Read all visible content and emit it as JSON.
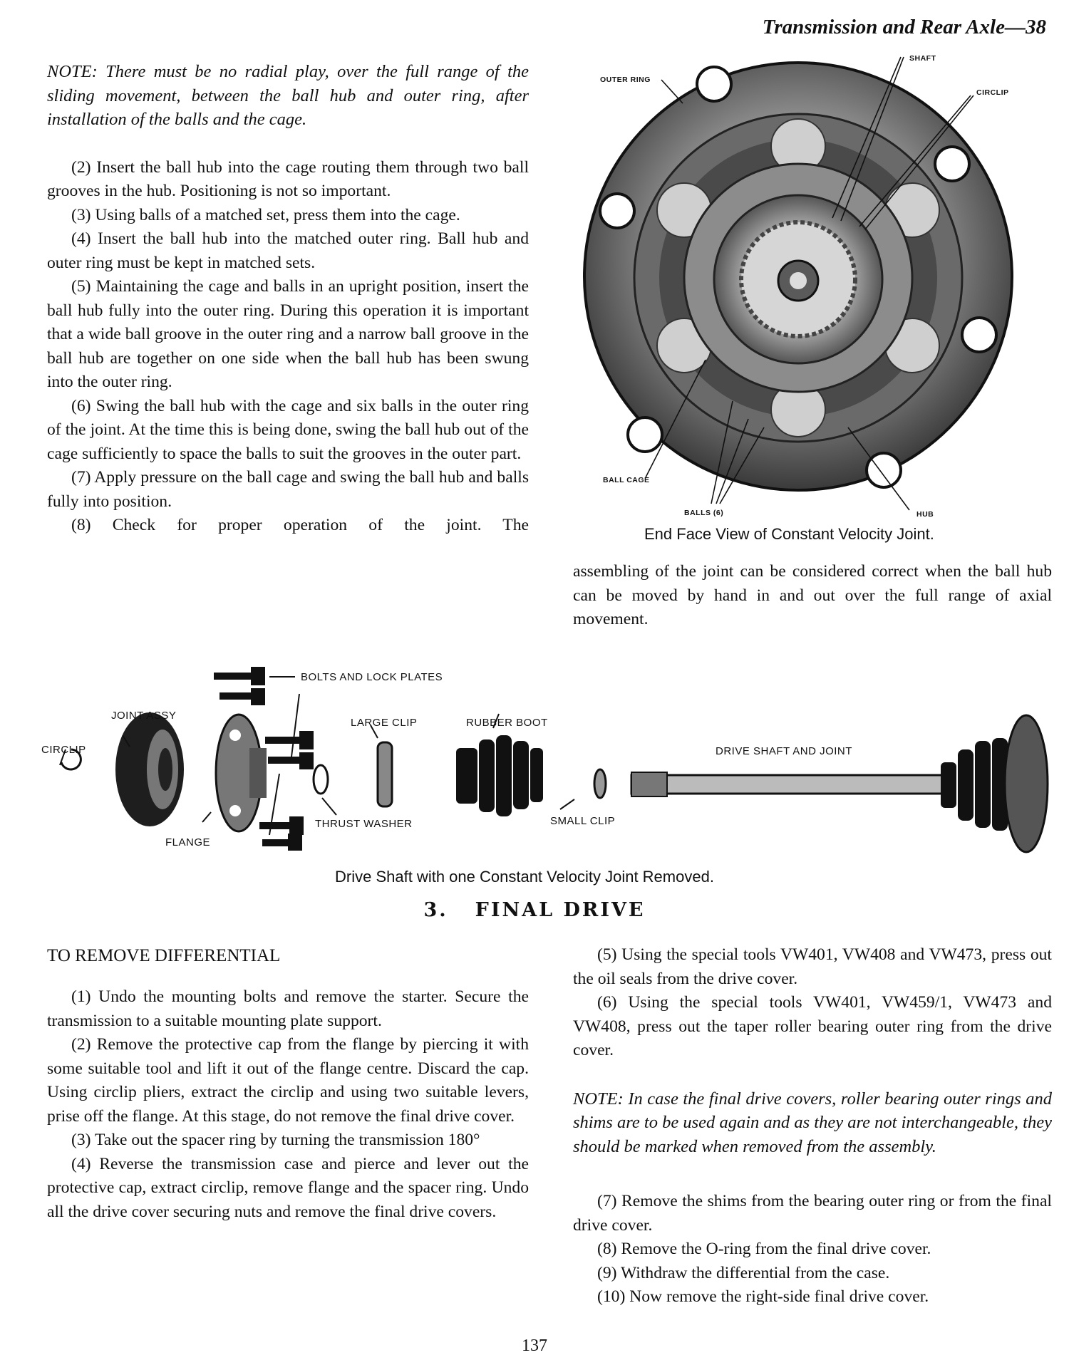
{
  "header": {
    "title": "Transmission and Rear Axle—38"
  },
  "top_left": {
    "note": "NOTE: There must be no radial play, over the full range of the sliding movement, between the ball hub and outer ring, after installation of the balls and the cage.",
    "steps": [
      "(2) Insert the ball hub into the cage routing them through two ball grooves in the hub. Positioning is not so important.",
      "(3) Using balls of a matched set, press them into the cage.",
      "(4) Insert the ball hub into the matched outer ring. Ball hub and outer ring must be kept in matched sets.",
      "(5) Maintaining the cage and balls in an upright position, insert the ball hub fully into the outer ring. During this operation it is important that a wide ball groove in the outer ring and a narrow ball groove in the ball hub are together on one side when the ball hub has been swung into the outer ring.",
      "(6) Swing the ball hub with the cage and six balls in the outer ring of the joint. At the time this is being done, swing the ball hub out of the cage sufficiently to space the balls to suit the grooves in the outer part.",
      "(7) Apply pressure on the ball cage and swing the ball hub and balls fully into position.",
      "(8) Check for proper operation of the joint. The"
    ]
  },
  "cv_figure": {
    "labels": {
      "outer_ring": "OUTER RING",
      "shaft": "SHAFT",
      "circlip": "CIRCLIP",
      "ball_cage": "BALL CAGE",
      "balls": "BALLS (6)",
      "hub": "HUB"
    },
    "caption": "End Face View of Constant Velocity Joint."
  },
  "top_right": {
    "continuation": "assembling of the joint can be considered correct when the ball hub can be moved by hand in and out over the full range of axial movement."
  },
  "shaft_figure": {
    "labels": {
      "bolts": "BOLTS AND LOCK PLATES",
      "joint_assy": "JOINT ASSY",
      "large_clip": "LARGE CLIP",
      "rubber_boot": "RUBBER BOOT",
      "circlip": "CIRCLIP",
      "drive_shaft": "DRIVE SHAFT AND JOINT",
      "thrust_washer": "THRUST WASHER",
      "small_clip": "SMALL CLIP",
      "flange": "FLANGE"
    },
    "caption": "Drive Shaft with one Constant Velocity Joint Removed."
  },
  "section": {
    "number": "3.",
    "title": "FINAL DRIVE"
  },
  "bottom_left": {
    "heading": "TO REMOVE DIFFERENTIAL",
    "steps": [
      "(1) Undo the mounting bolts and remove the starter. Secure the transmission to a suitable mounting plate support.",
      "(2) Remove the protective cap from the flange by piercing it with some suitable tool and lift it out of the flange centre. Discard the cap. Using circlip pliers, extract the circlip and using two suitable levers, prise off the flange. At this stage, do not remove the final drive cover.",
      "(3) Take out the spacer ring by turning the transmission 180°",
      "(4) Reverse the transmission case and pierce and lever out the protective cap, extract circlip, remove flange and the spacer ring. Undo all the drive cover securing nuts and remove the final drive covers."
    ]
  },
  "bottom_right": {
    "steps_a": [
      "(5) Using the special tools VW401, VW408 and VW473, press out the oil seals from the drive cover.",
      "(6) Using the special tools VW401, VW459/1, VW473 and VW408, press out the taper roller bearing outer ring from the drive cover."
    ],
    "note": "NOTE: In case the final drive covers, roller bearing outer rings and shims are to be used again and as they are not interchangeable, they should be marked when removed from the assembly.",
    "steps_b": [
      "(7) Remove the shims from the bearing outer ring or from the final drive cover.",
      "(8) Remove the O-ring from the final drive cover.",
      "(9) Withdraw the differential from the case.",
      "(10) Now remove the right-side final drive cover."
    ]
  },
  "footer": {
    "page_number": "137"
  }
}
